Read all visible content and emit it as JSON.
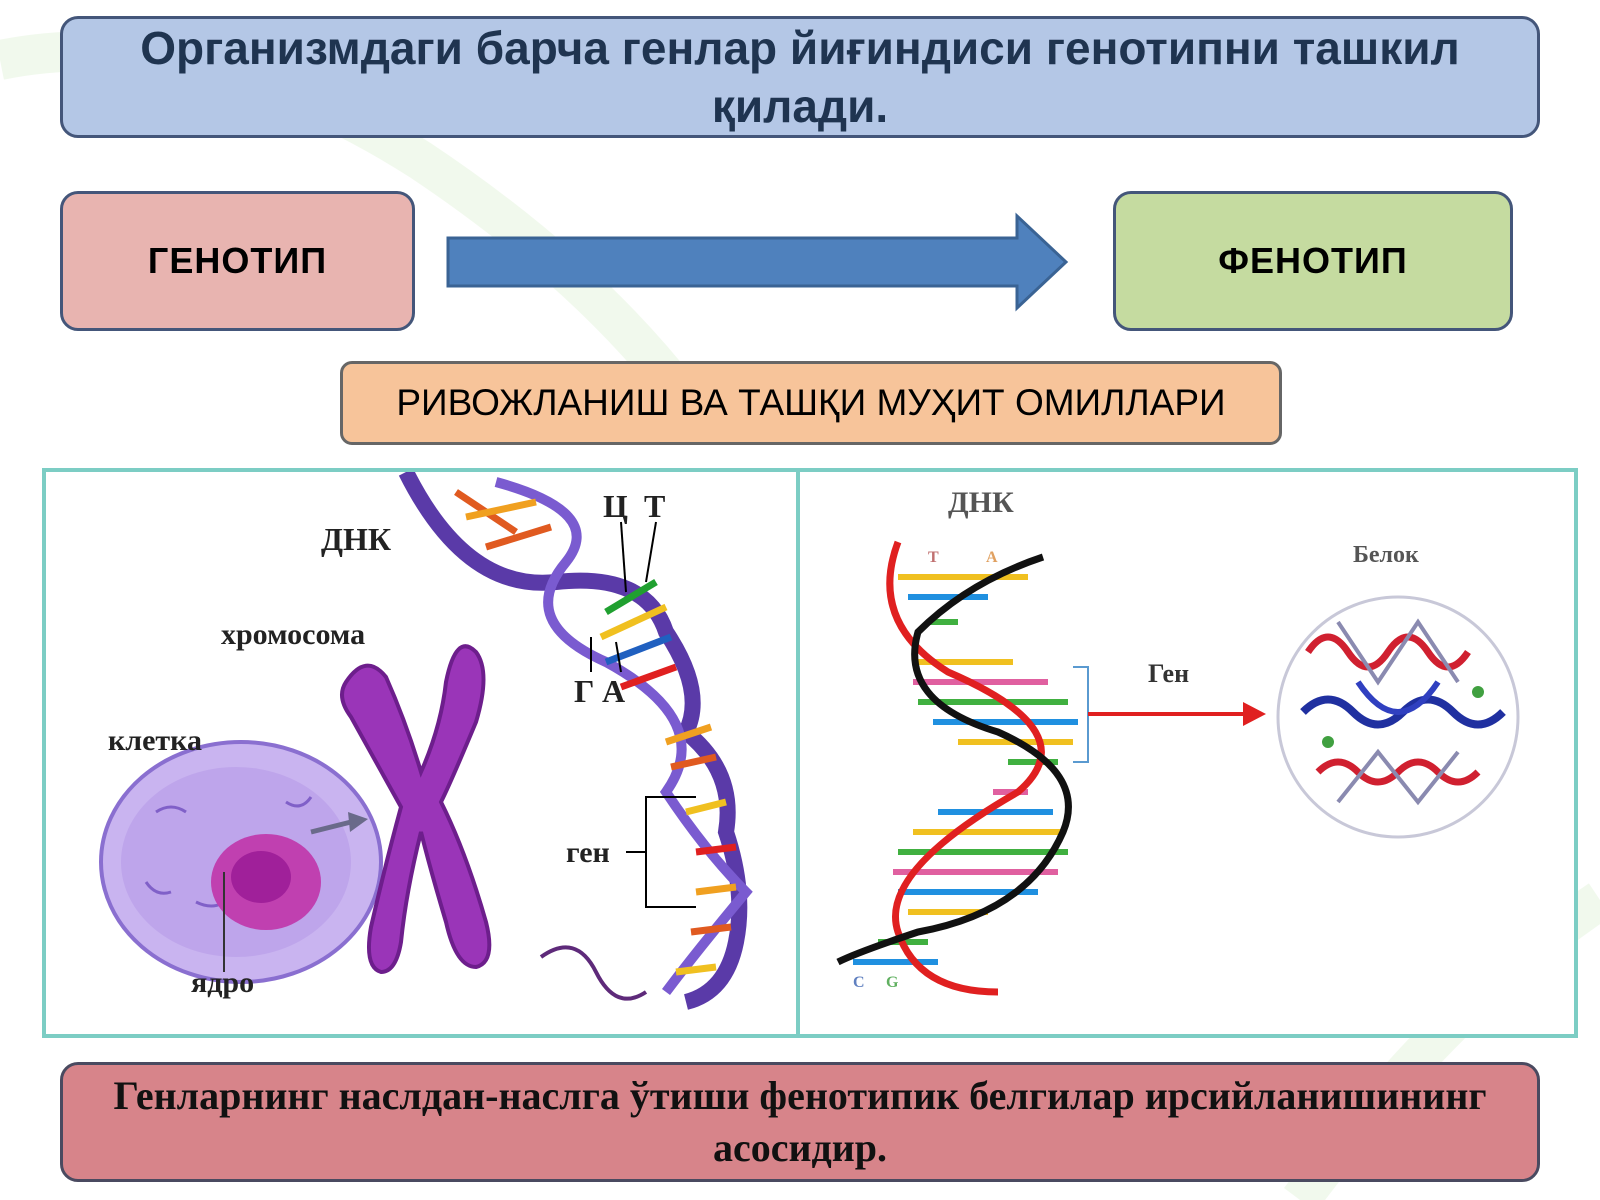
{
  "title": "Организмдаги барча генлар йиғиндиси генотипни ташкил қилади.",
  "genotype_label": "ГЕНОТИП",
  "phenotype_label": "ФЕНОТИП",
  "factors_label": "РИВОЖЛАНИШ ВА ТАШҚИ МУҲИТ ОМИЛЛАРИ",
  "footer": "Генларнинг наслдан-наслга ўтиши фенотипик белгилар ирсийланишининг асосидир.",
  "left_figure": {
    "labels": {
      "dna": "ДНК",
      "c": "Ц",
      "t": "Т",
      "g": "Г",
      "a": "А",
      "chromosome": "хромосома",
      "cell": "клетка",
      "nucleus": "ядро",
      "gene": "ген"
    }
  },
  "right_figure": {
    "labels": {
      "dna": "ДНК",
      "gene": "Ген",
      "protein": "Белок",
      "top_t": "Т",
      "top_a": "А",
      "bottom_c": "С",
      "bottom_g": "G"
    }
  },
  "colors": {
    "title_bg": "#b4c7e6",
    "genotype_bg": "#e8b4b0",
    "phenotype_bg": "#c5dba0",
    "arrow": "#4f81bd",
    "factors_bg": "#f7c49a",
    "panel_border": "#7ccdc4",
    "footer_bg": "#d7848a"
  }
}
